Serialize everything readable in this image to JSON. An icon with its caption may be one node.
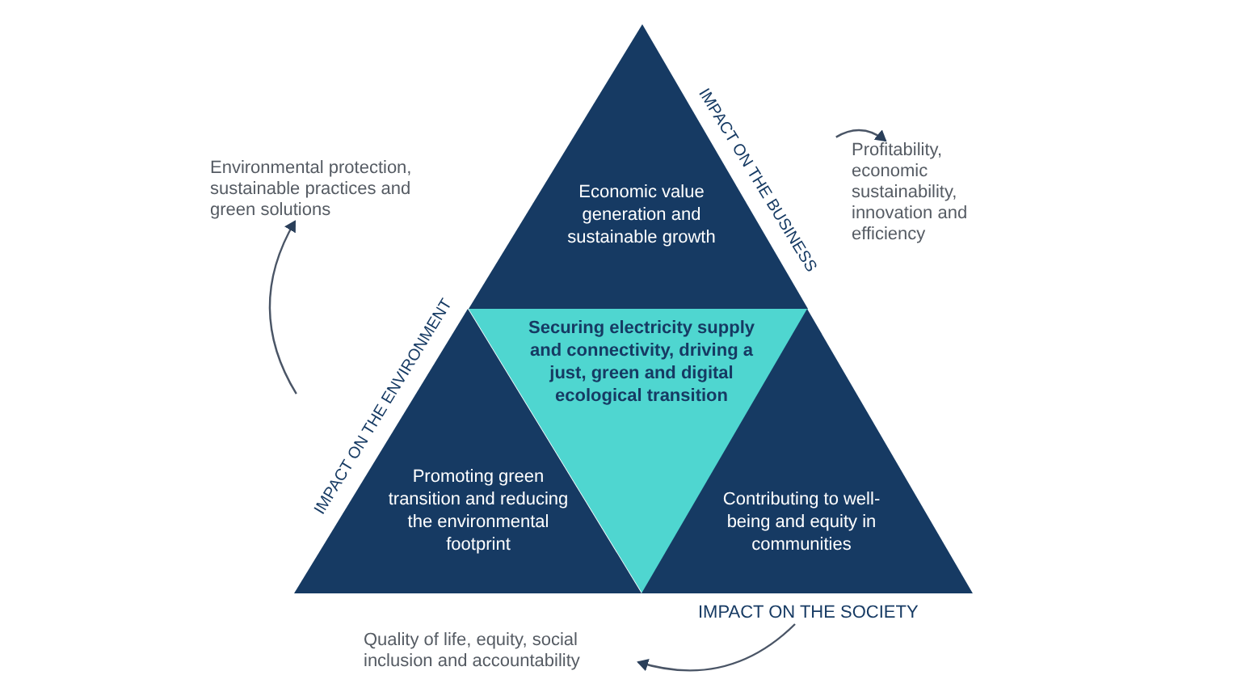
{
  "diagram": {
    "nodes": [
      {
        "text": [
          "Economic value generation and sustainable growth"
        ]
      },
      {
        "text": [
          "Securing electricity supply and connectivity, driving a just, green and digital ecological transition"
        ]
      },
      {
        "text": [
          "Promoting green transition and reducing the environmental footprint"
        ]
      },
      {
        "text": [
          "Contributing to well-being and equity in communities"
        ]
      },
      {
        "text": [
          "IMPACT ON THE BUSINESS"
        ]
      },
      {
        "text": [
          "IMPACT ON THE ENVIRONMENT"
        ]
      },
      {
        "text": [
          "IMPACT ON THE SOCIETY"
        ]
      },
      {
        "text": [
          "Environmental protection, sustainable practices and green solutions"
        ]
      },
      {
        "text": [
          "Profitability, economic sustainability, innovation and efficiency"
        ]
      },
      {
        "text": [
          "Quality of life, equity, social inclusion and accountability"
        ]
      }
    ],
    "edges": [
      {
        "from": 4,
        "to": 8,
        "arrow": "to"
      },
      {
        "from": 5,
        "to": 7,
        "arrow": "to"
      },
      {
        "from": 6,
        "to": 9,
        "arrow": "to"
      }
    ]
  }
}
